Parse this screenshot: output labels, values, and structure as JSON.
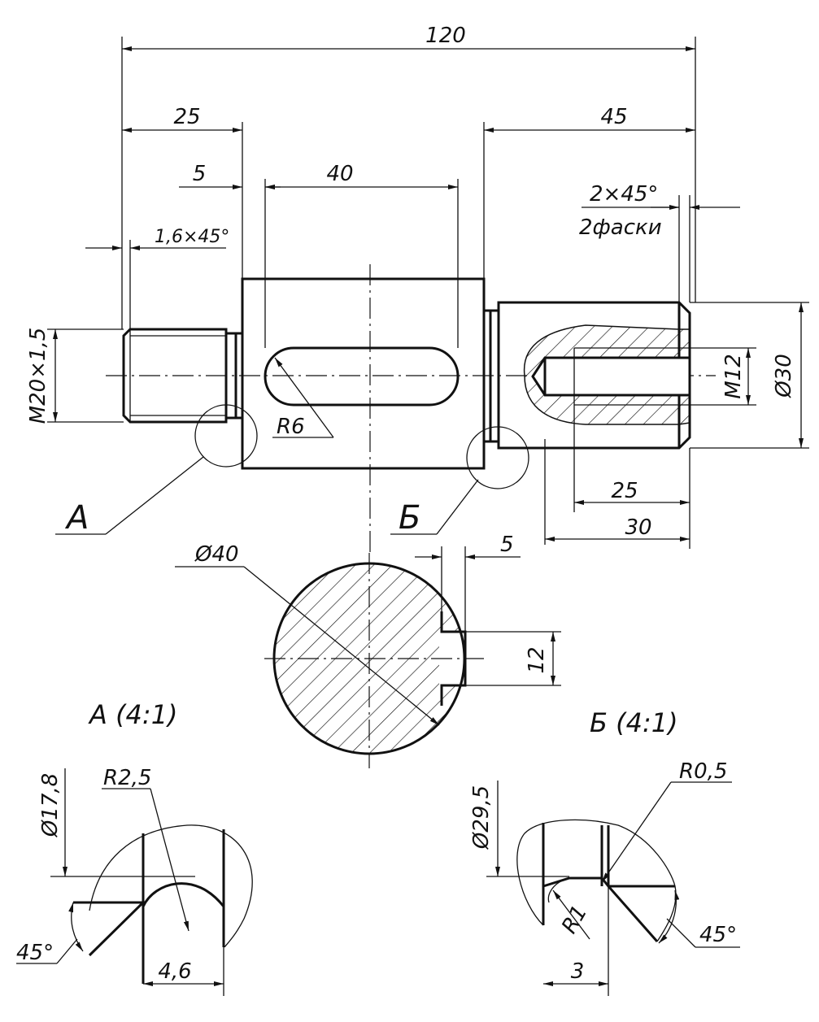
{
  "dimensions": {
    "overall_length": "120",
    "left_offset": "25",
    "right_offset": "45",
    "slot_offset": "5",
    "slot_length": "40",
    "thread_chamfer": "1,6×45°",
    "end_chamfer_line1": "2×45°",
    "end_chamfer_line2": "2фаски",
    "thread_left": "M20×1,5",
    "slot_radius": "R6",
    "inner_thread": "M12",
    "diameter_right": "Ø30",
    "thread_depth": "25",
    "hole_depth": "30",
    "section_diameter": "Ø40",
    "key_depth": "5",
    "key_width": "12"
  },
  "callouts": {
    "a": "А",
    "b": "Б"
  },
  "detail_a": {
    "title": "А (4:1)",
    "diameter": "Ø17,8",
    "radius": "R2,5",
    "angle": "45°",
    "width": "4,6"
  },
  "detail_b": {
    "title": "Б (4:1)",
    "diameter": "Ø29,5",
    "radius_outer": "R0,5",
    "radius_inner": "R1",
    "angle": "45°",
    "width": "3"
  }
}
